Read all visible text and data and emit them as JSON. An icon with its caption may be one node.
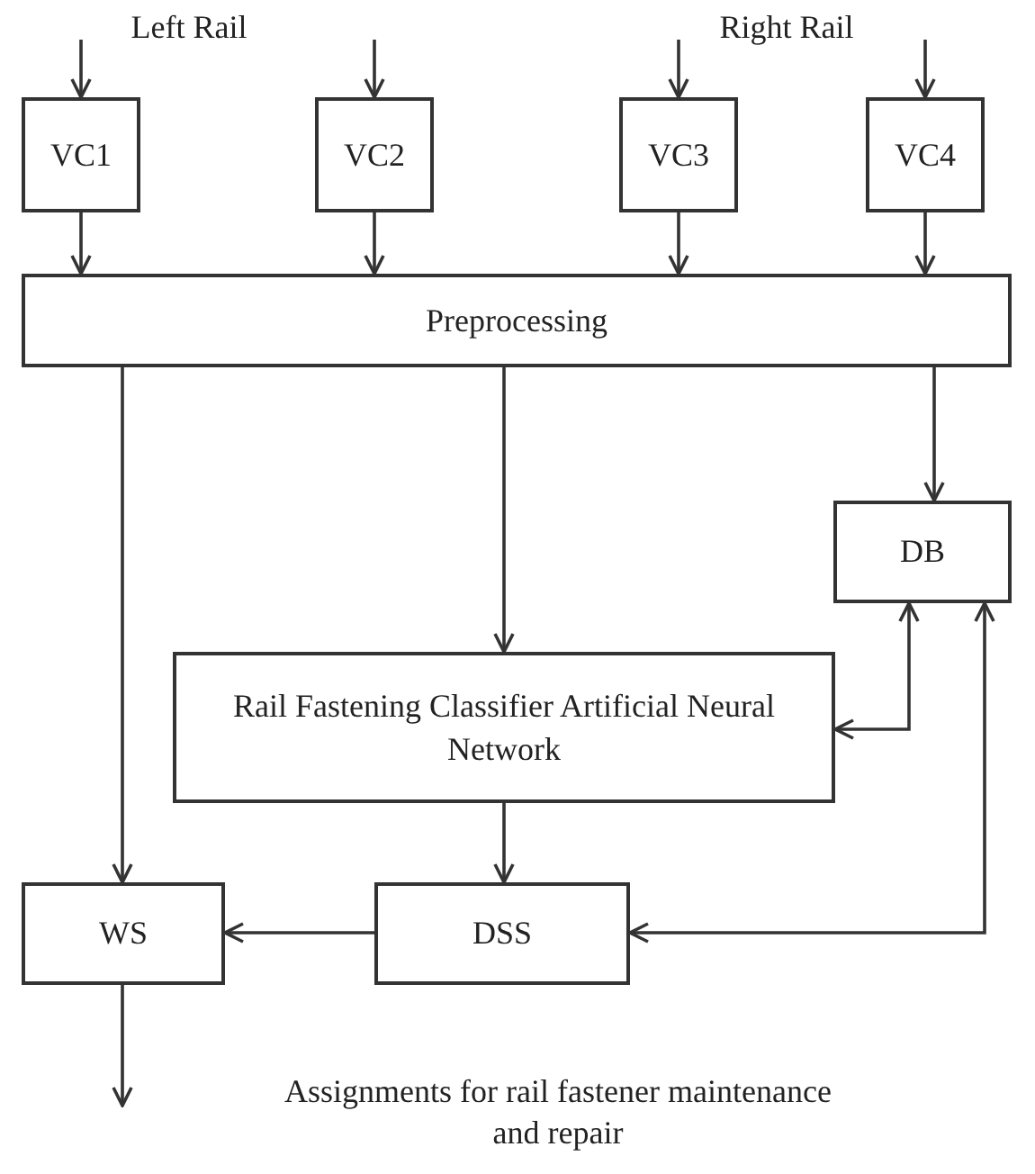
{
  "diagram": {
    "nodes": [
      {
        "text": [
          "VC1"
        ]
      },
      {
        "text": [
          "VC2"
        ]
      },
      {
        "text": [
          "VC3"
        ]
      },
      {
        "text": [
          "VC4"
        ]
      },
      {
        "text": [
          "Preprocessing"
        ]
      },
      {
        "text": [
          "DB"
        ]
      },
      {
        "text": [
          "Rail Fastening Classifier Artificial Neural Network"
        ]
      },
      {
        "text": [
          "WS"
        ]
      },
      {
        "text": [
          "DSS"
        ]
      }
    ],
    "edges": [
      {
        "from": null,
        "to": 0,
        "arrow": "to"
      },
      {
        "from": null,
        "to": 1,
        "arrow": "to"
      },
      {
        "from": null,
        "to": 2,
        "arrow": "to"
      },
      {
        "from": null,
        "to": 3,
        "arrow": "to"
      },
      {
        "from": 0,
        "to": 4,
        "arrow": "to"
      },
      {
        "from": 1,
        "to": 4,
        "arrow": "to"
      },
      {
        "from": 2,
        "to": 4,
        "arrow": "to"
      },
      {
        "from": 3,
        "to": 4,
        "arrow": "to"
      },
      {
        "from": 4,
        "to": 7,
        "arrow": "to"
      },
      {
        "from": 4,
        "to": 6,
        "arrow": "to"
      },
      {
        "from": 4,
        "to": 5,
        "arrow": "to"
      },
      {
        "from": 6,
        "to": 5,
        "arrow": "both"
      },
      {
        "from": 8,
        "to": 5,
        "arrow": "both"
      },
      {
        "from": 6,
        "to": 8,
        "arrow": "to"
      },
      {
        "from": 8,
        "to": 7,
        "arrow": "to"
      },
      {
        "from": 7,
        "to": null,
        "arrow": "to"
      }
    ],
    "labels": [
      "Left Rail",
      "Right Rail",
      "Assignments for rail fastener maintenance and repair"
    ]
  }
}
